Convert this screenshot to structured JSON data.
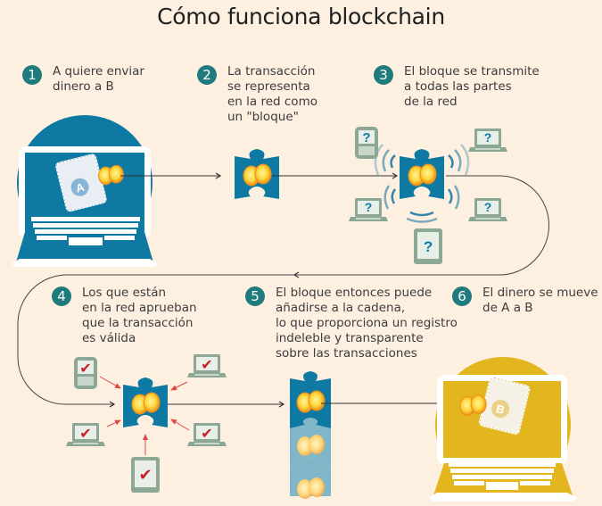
{
  "title": "Cómo funciona blockchain",
  "colors": {
    "background": "#fdf0e1",
    "badge": "#1f7b7d",
    "primary_blue": "#0e7aa3",
    "light_blue": "#7fb6c8",
    "gold": "#e3b51f",
    "device_green": "#8ca894",
    "check_red": "#c8202a"
  },
  "steps": [
    {
      "number": "1",
      "text": "A quiere enviar\ndinero a B"
    },
    {
      "number": "2",
      "text": "La transacción\nse representa\nen la red como\nun \"bloque\""
    },
    {
      "number": "3",
      "text": "El bloque se transmite\na todas las partes\nde la red"
    },
    {
      "number": "4",
      "text": "Los que están\nen la red aprueban\nque la transacción\nes válida"
    },
    {
      "number": "5",
      "text": "El bloque entonces puede\nañadirse a la cadena,\nlo que proporciona un registro\nindeleble y transparente\nsobre las transacciones"
    },
    {
      "number": "6",
      "text": "El dinero se mueve\nde A a B"
    }
  ],
  "wallets": {
    "sender": "A",
    "receiver": "B"
  },
  "unknown_mark": "?",
  "approved_mark": "✔"
}
